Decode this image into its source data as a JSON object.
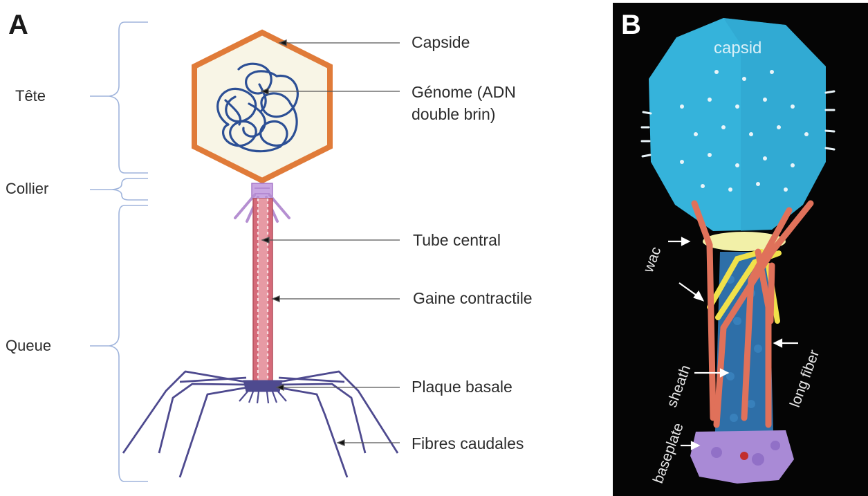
{
  "panel_a": {
    "letter": "A",
    "sections": {
      "head": "Tête",
      "collar": "Collier",
      "tail": "Queue"
    },
    "labels": {
      "capsid": "Capside",
      "genome_line1": "Génome (ADN",
      "genome_line2": "double brin)",
      "central_tube": "Tube central",
      "sheath": "Gaine contractile",
      "baseplate": "Plaque basale",
      "tail_fibers": "Fibres caudales"
    },
    "colors": {
      "capsid_outline": "#e07b39",
      "capsid_fill": "#f8f5e6",
      "genome": "#2c4f95",
      "tail": "#d56a79",
      "collar": "#b58fd1",
      "fibers": "#4e4a8f",
      "bracket": "#9fb4dc"
    }
  },
  "panel_b": {
    "letter": "B",
    "labels": {
      "capsid": "capsid",
      "wac": "wac",
      "sheath": "sheath",
      "long_fiber": "long fiber",
      "baseplate": "baseplate"
    },
    "colors": {
      "background": "#050505",
      "capsid": "#35b3db",
      "sheath": "#2e6fa8",
      "fibers": "#e0715a",
      "wac": "#f0e14a",
      "collar": "#f2f0a8",
      "baseplate": "#a98ad6"
    }
  }
}
